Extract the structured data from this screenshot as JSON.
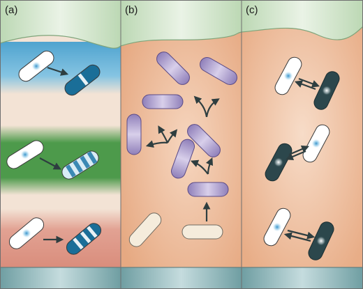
{
  "panels": [
    {
      "label": "(a)"
    },
    {
      "label": "(b)"
    },
    {
      "label": "(c)"
    }
  ],
  "colors": {
    "top_band": "#d4e6cf",
    "wave_line": "#7fa47a",
    "tissue": "#ecb895",
    "panel_divider": "#6f6f6f",
    "bottom_bar": "#8fb5b8",
    "band_blue": "#67b2d6",
    "band_green": "#5a9e57",
    "band_red": "#e3a294",
    "band_cream": "#f6e4d4",
    "cell_white": "#ffffff",
    "cell_blue_dark": "#1a6e98",
    "cell_purple": "#b7a8d5",
    "cell_cream": "#f5ecdc",
    "cell_dark_slate": "#2c474c",
    "arrow": "#2e3e40"
  },
  "icons": {
    "nucleus": "nucleus-spot-icon",
    "arrow": "arrow-icon",
    "branch": "branch-arrow-icon",
    "exchange": "exchange-arrows-icon"
  }
}
